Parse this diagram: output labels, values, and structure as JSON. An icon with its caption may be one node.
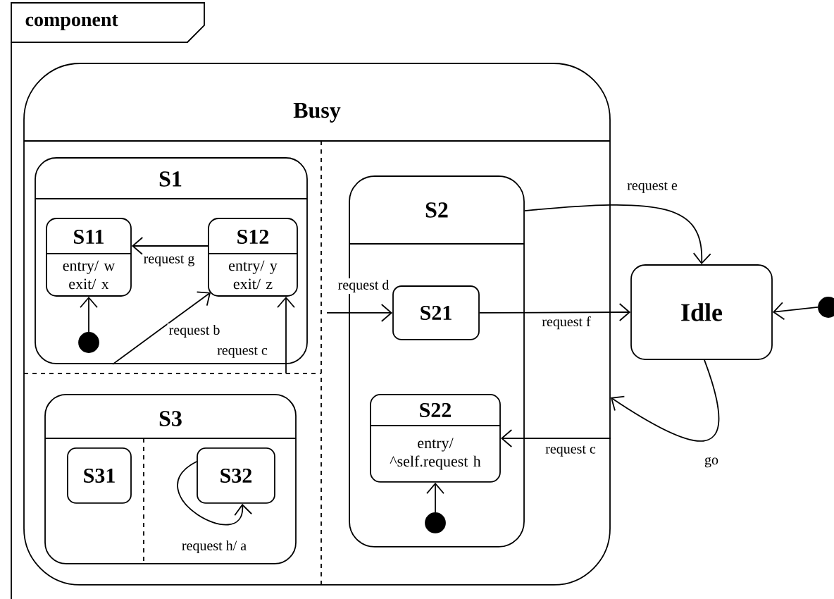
{
  "diagram": {
    "nodes": [
      {
        "text": [
          "component"
        ]
      },
      {
        "text": [
          "Busy"
        ]
      },
      {
        "text": [
          "S1"
        ],
        "in": 1
      },
      {
        "text": [
          "S11",
          "entry/ w exit/ x"
        ],
        "in": 2
      },
      {
        "text": [
          "S12",
          "entry/ y exit/ z"
        ],
        "in": 2
      },
      {
        "text": [],
        "shape": "circle",
        "in": 2
      },
      {
        "text": [
          "S3"
        ],
        "in": 1
      },
      {
        "text": [
          "S31"
        ],
        "in": 6
      },
      {
        "text": [
          "S32"
        ],
        "in": 6
      },
      {
        "text": [
          "S2"
        ],
        "in": 1
      },
      {
        "text": [
          "S21"
        ],
        "in": 9
      },
      {
        "text": [
          "S22",
          "entry/ ^self.request h"
        ],
        "in": 9
      },
      {
        "text": [],
        "shape": "circle",
        "in": 9
      },
      {
        "text": [
          "Idle"
        ]
      },
      {
        "text": [],
        "shape": "circle"
      }
    ],
    "edges": [
      {
        "from": 5,
        "to": 3,
        "arrow": "to"
      },
      {
        "from": 4,
        "to": 3,
        "arrow": "to",
        "label": "request g"
      },
      {
        "from": 2,
        "to": 4,
        "arrow": "to",
        "label": "request b"
      },
      {
        "from": null,
        "to": 4,
        "arrow": "to",
        "label": "request c"
      },
      {
        "from": null,
        "to": 10,
        "arrow": "to",
        "label": "request d"
      },
      {
        "from": 9,
        "to": 13,
        "arrow": "to",
        "label": "request e"
      },
      {
        "from": 10,
        "to": 13,
        "arrow": "to",
        "label": "request f"
      },
      {
        "from": 13,
        "to": 1,
        "arrow": "to",
        "label": "go"
      },
      {
        "from": 1,
        "to": 11,
        "arrow": "to",
        "label": "request c"
      },
      {
        "from": 12,
        "to": 11,
        "arrow": "to"
      },
      {
        "from": 14,
        "to": 13,
        "arrow": "to"
      },
      {
        "from": 8,
        "to": 8,
        "arrow": "to",
        "label": "request h/ a"
      }
    ]
  }
}
